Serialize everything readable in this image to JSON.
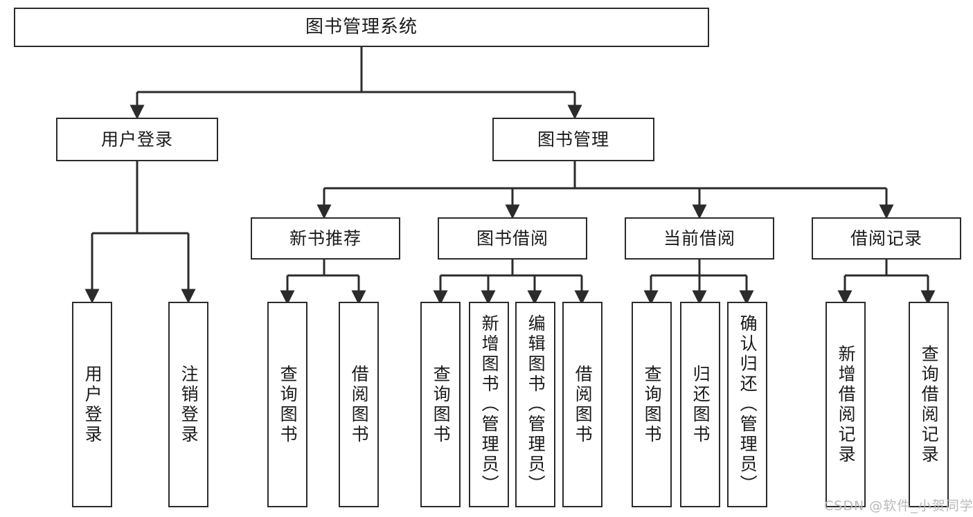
{
  "diagram": {
    "title": "图书管理系统",
    "type": "tree",
    "watermark": "CSDN @软件_小贺同学",
    "colors": {
      "background": "#ffffff",
      "border": "#2b2b2b",
      "text": "#1a1a1a",
      "edge": "#2b2b2b",
      "watermark": "#b9b9b9"
    },
    "root": {
      "label": "图书管理系统"
    },
    "level2": [
      {
        "label": "用户登录"
      },
      {
        "label": "图书管理"
      }
    ],
    "level3": [
      {
        "label": "新书推荐"
      },
      {
        "label": "图书借阅"
      },
      {
        "label": "当前借阅"
      },
      {
        "label": "借阅记录"
      }
    ],
    "leaves": {
      "user_login": [
        {
          "label": "用户登录"
        },
        {
          "label": "注销登录"
        }
      ],
      "new_book": [
        {
          "label": "查询图书"
        },
        {
          "label": "借阅图书"
        }
      ],
      "book_borrow": [
        {
          "label": "查询图书"
        },
        {
          "label": "新增图书（管理员）"
        },
        {
          "label": "编辑图书（管理员）"
        },
        {
          "label": "借阅图书"
        }
      ],
      "current_borrow": [
        {
          "label": "查询图书"
        },
        {
          "label": "归还图书"
        },
        {
          "label": "确认归还（管理员）"
        }
      ],
      "borrow_record": [
        {
          "label": "新增借阅记录"
        },
        {
          "label": "查询借阅记录"
        }
      ]
    }
  }
}
